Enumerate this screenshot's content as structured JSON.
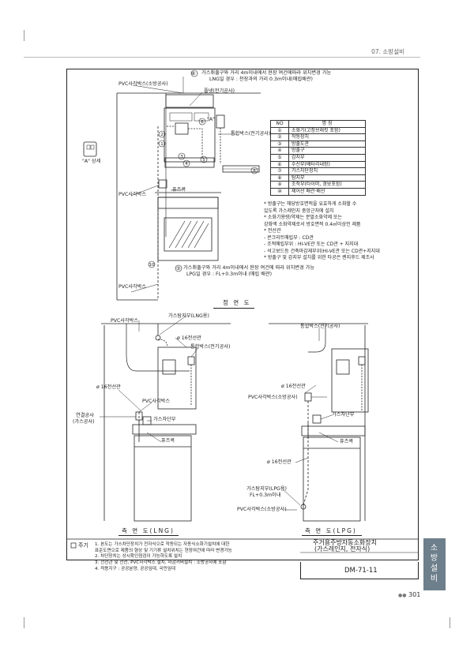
{
  "header": {
    "section": "07. 소방설비"
  },
  "front": {
    "top_note_num": "⑥",
    "top_note_1": "가스취출구와 거리 4m이내에서 현장 여건에따라 위치변경 가능",
    "top_note_2": "LNG일 경우 : 천장과의 거리 0.3m이내(매립배관)",
    "pvc_box_fire": "PVC사각박스(소방공사)",
    "socket": "플넷(전기공사)",
    "junction_box": "통합박스(전기공사)",
    "label_A": "\"A\"",
    "detail_A": "\"A\" 상세",
    "pvc_box": "PVC사각박스",
    "fuse_cock": "퓨즈콕",
    "pvc_box_bottom": "PVC사각박스",
    "bottom_note_num": "⑤",
    "bottom_note_1": "가스취출구와 거리 4m이내에서 현장 여건에 따라 위치변경 가능",
    "bottom_note_2": "LPG일 경우 : FL+0.3m이내 (매립 배관)",
    "view_title": "정 면 도",
    "callouts": [
      "⑥",
      "②",
      "①",
      "③",
      "④",
      "⑤",
      "⑧",
      "⑩"
    ]
  },
  "parts_table": {
    "head_no": "NO",
    "head_name": "명      칭",
    "rows": [
      {
        "no": "①",
        "name": "소화기(고정브래킷 포함)"
      },
      {
        "no": "②",
        "name": "작동장치"
      },
      {
        "no": "③",
        "name": "방출도관"
      },
      {
        "no": "④",
        "name": "방출구"
      },
      {
        "no": "⑤",
        "name": "감지부"
      },
      {
        "no": "⑥",
        "name": "수신부(배터리내장)"
      },
      {
        "no": "⑦",
        "name": "가스차단장치"
      },
      {
        "no": "⑧",
        "name": "탐지부"
      },
      {
        "no": "⑨",
        "name": "조작부(타이머, 경보포함)"
      },
      {
        "no": "⑩",
        "name": "제어선 배관·배선"
      }
    ]
  },
  "notes": [
    "* 방출구는 해당방호면적을 유효하게 소화할 수",
    "   있도록 가스레인지 중앙근처에 설치",
    "* 소화기용량/약제는 분말소화약제 또는",
    "   강화액 소화약제로서 방호면적 0.4㎡이상인 제품",
    "* 전선관",
    "  - 콘크리트매립부 : CD관",
    "  - 조적매립부위 : HI-VE관 또는 CD관 + 지지대",
    "  - 석고보드등 건축마감재부위(HI-VE관 또는 CD관+지지대",
    "* 방출구 및 감지부 설치를 위한 타공은 렌지후드 제조사"
  ],
  "side_lng": {
    "pvc_box": "PVC사각박스",
    "gas_detector": "가스탐지부(LNG용)",
    "conduit_16a": "ø 16전선관",
    "junction_box": "통합박스(전기공사)",
    "conduit_16b": "ø 16전선관",
    "pvc_box2": "PVC사각박스",
    "gas_valve": "가스차단부",
    "connect_1": "연결공사",
    "connect_2": "(가스공사)",
    "fuse_cock": "퓨즈콕",
    "title": "측 면 도(LNG)"
  },
  "side_lpg": {
    "junction_box": "통합박스(전기공사)",
    "conduit_16a": "ø 16전선관",
    "pvc_box_fire": "PVC사각박스(소방공사)",
    "gas_valve": "가스차단부",
    "fuse_cock": "퓨즈콕",
    "conduit_16b": "ø 16전선관",
    "gas_detector": "가스탐지부(LPG용)",
    "height": "FL+0.3m이내",
    "pvc_box_fire2": "PVC사각박스(소방공사)",
    "title": "측 면 도(LPG)"
  },
  "footer": {
    "notes_label": "주기",
    "note_lines": [
      "1. 본도는 가스차단장치가 전자식으로 작동되는 자동식소화기설치에 대한",
      "   표준도면으로 제품의 형상 및 기기류 설치위치는 현장여건에 따라 변경가능",
      "2. 차단장치는 상시확인점검이 가능하도록 설치",
      "3. 전선관 및 전선, PVC사각박스 설치, 마감커버설치 : 소방공사에 포함",
      "4. 적용지구 : 공공분양, 공공임대, 국민임대"
    ],
    "title_1": "주거용주방자동소화장치",
    "title_2": "(가스레인지, 전자식)",
    "drawing_no": "DM-71-11"
  },
  "side_tab": {
    "line1": "소",
    "line2": "방",
    "line3": "설",
    "line4": "비"
  },
  "page_number": "301",
  "colors": {
    "tab": "#6e7f8c",
    "line": "#222222"
  }
}
